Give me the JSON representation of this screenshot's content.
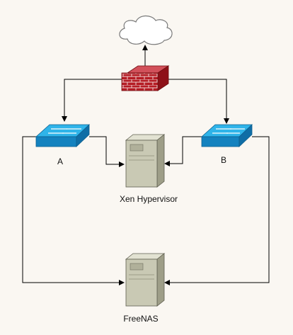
{
  "nodes": {
    "internet": {
      "kind": "cloud",
      "label": ""
    },
    "firewall": {
      "kind": "firewall",
      "label": ""
    },
    "switch_a": {
      "kind": "switch",
      "label": "A"
    },
    "switch_b": {
      "kind": "switch",
      "label": "B"
    },
    "xen": {
      "kind": "server",
      "label": "Xen Hypervisor"
    },
    "freenas": {
      "kind": "server",
      "label": "FreeNAS"
    }
  },
  "edges": [
    {
      "from": "firewall",
      "to": "internet",
      "arrow": "to"
    },
    {
      "from": "firewall",
      "to": "switch_a",
      "arrow": "to"
    },
    {
      "from": "firewall",
      "to": "switch_b",
      "arrow": "to"
    },
    {
      "from": "switch_a",
      "to": "xen",
      "arrow": "to"
    },
    {
      "from": "switch_b",
      "to": "xen",
      "arrow": "to"
    },
    {
      "from": "switch_a",
      "to": "freenas",
      "arrow": "to"
    },
    {
      "from": "switch_b",
      "to": "freenas",
      "arrow": "to"
    }
  ],
  "colors": {
    "background": "#faf7f2",
    "line": "#000000",
    "switch_top": "#2fb4e9",
    "switch_side": "#1482bf",
    "firewall_brick": "#b51c24",
    "server_body": "#c9c9b4",
    "cloud_fill": "#ffffff"
  }
}
